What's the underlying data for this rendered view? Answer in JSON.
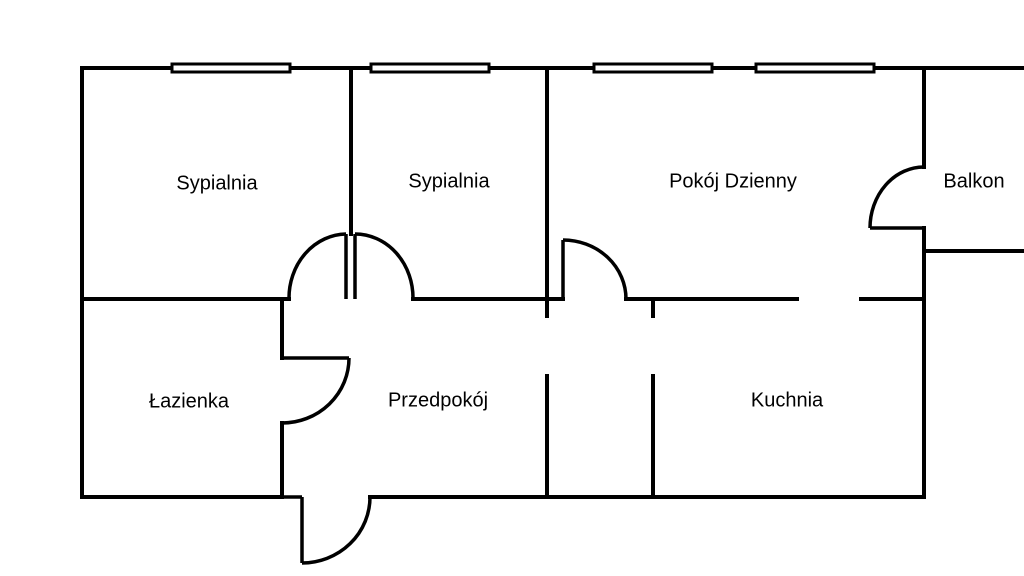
{
  "rooms": {
    "bedroom_1": "Sypialnia",
    "bedroom_2": "Sypialnia",
    "living_room": "Pokój Dzienny",
    "balcony": "Balkon",
    "bathroom": "Łazienka",
    "hallway": "Przedpokój",
    "kitchen": "Kuchnia"
  }
}
